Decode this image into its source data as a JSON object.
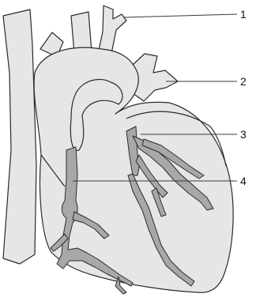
{
  "colors": {
    "tissue": "#e6e6e6",
    "vessel": "#a8a8a8",
    "outline": "#2b2b2b",
    "leader": "#3a3a3a"
  },
  "labels": [
    {
      "id": "1",
      "text": "1"
    },
    {
      "id": "2",
      "text": "2"
    },
    {
      "id": "3",
      "text": "3"
    },
    {
      "id": "4",
      "text": "4"
    }
  ]
}
